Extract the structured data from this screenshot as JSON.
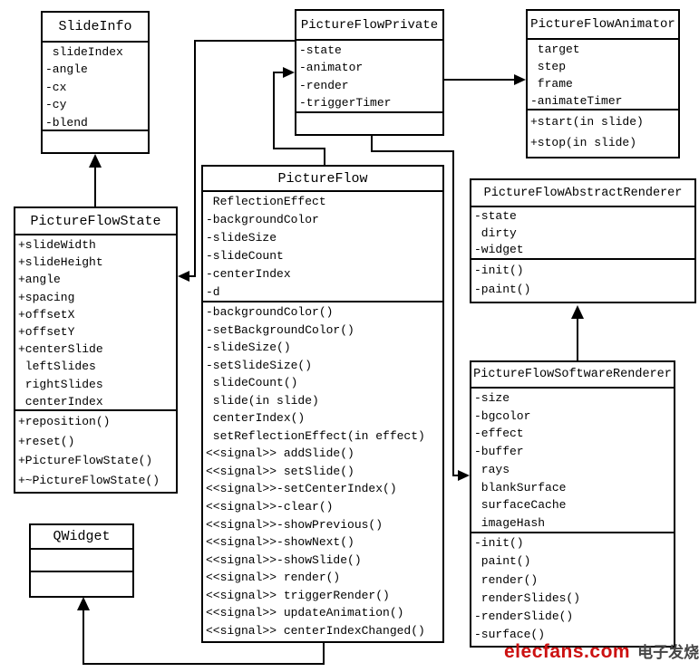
{
  "diagram": {
    "classes": [
      {
        "name": "SlideInfo",
        "title": "SlideInfo",
        "attributes": [
          " slideIndex",
          "-angle",
          "-cx",
          "-cy",
          "-blend"
        ],
        "methods": []
      },
      {
        "name": "PictureFlowPrivate",
        "title": "PictureFlowPrivate",
        "attributes": [
          "-state",
          "-animator",
          "-render",
          "-triggerTimer"
        ],
        "methods": []
      },
      {
        "name": "PictureFlowAnimator",
        "title": "PictureFlowAnimator",
        "attributes": [
          " target",
          " step",
          " frame",
          "-animateTimer"
        ],
        "methods": [
          "+start(in slide)",
          "+stop(in slide)"
        ]
      },
      {
        "name": "PictureFlowState",
        "title": "PictureFlowState",
        "attributes": [
          "+slideWidth",
          "+slideHeight",
          "+angle",
          "+spacing",
          "+offsetX",
          "+offsetY",
          "+centerSlide",
          " leftSlides",
          " rightSlides",
          " centerIndex"
        ],
        "methods": [
          "+reposition()",
          "+reset()",
          "+PictureFlowState()",
          "+~PictureFlowState()"
        ]
      },
      {
        "name": "PictureFlow",
        "title": "PictureFlow",
        "attributes": [
          " ReflectionEffect",
          "-backgroundColor",
          "-slideSize",
          "-slideCount",
          "-centerIndex",
          "-d"
        ],
        "methods": [
          "-backgroundColor()",
          "-setBackgroundColor()",
          "-slideSize()",
          "-setSlideSize()",
          " slideCount()",
          " slide(in slide)",
          " centerIndex()",
          " setReflectionEffect(in effect)",
          "<<signal>> addSlide()",
          "<<signal>> setSlide()",
          "<<signal>>-setCenterIndex()",
          "<<signal>>-clear()",
          "<<signal>>-showPrevious()",
          "<<signal>>-showNext()",
          "<<signal>>-showSlide()",
          "<<signal>> render()",
          "<<signal>> triggerRender()",
          "<<signal>> updateAnimation()",
          "<<signal>> centerIndexChanged()"
        ]
      },
      {
        "name": "PictureFlowAbstractRenderer",
        "title": "PictureFlowAbstractRenderer",
        "attributes": [
          "-state",
          " dirty",
          "-widget"
        ],
        "methods": [
          "-init()",
          "-paint()"
        ]
      },
      {
        "name": "PictureFlowSoftwareRenderer",
        "title": "PictureFlowSoftwareRenderer",
        "attributes": [
          "-size",
          "-bgcolor",
          "-effect",
          "-buffer",
          " rays",
          " blankSurface",
          " surfaceCache",
          " imageHash"
        ],
        "methods": [
          "-init()",
          " paint()",
          " render()",
          " renderSlides()",
          "-renderSlide()",
          "-surface()"
        ]
      },
      {
        "name": "QWidget",
        "title": "QWidget",
        "attributes": [],
        "methods": []
      }
    ],
    "connectors": [
      {
        "from": "PictureFlowState",
        "to": "SlideInfo"
      },
      {
        "from": "PictureFlowPrivate",
        "to": "PictureFlowAnimator"
      },
      {
        "from": "PictureFlow",
        "to": "PictureFlowPrivate"
      },
      {
        "from": "PictureFlowPrivate",
        "to": "PictureFlowState"
      },
      {
        "from": "PictureFlowPrivate",
        "to": "PictureFlowSoftwareRenderer"
      },
      {
        "from": "PictureFlowSoftwareRenderer",
        "to": "PictureFlowAbstractRenderer"
      },
      {
        "from": "PictureFlow",
        "to": "QWidget"
      }
    ]
  },
  "watermark": {
    "brand": "elecfans.com",
    "suffix": "电子发烧友",
    "brand_color": "#cc1111"
  }
}
